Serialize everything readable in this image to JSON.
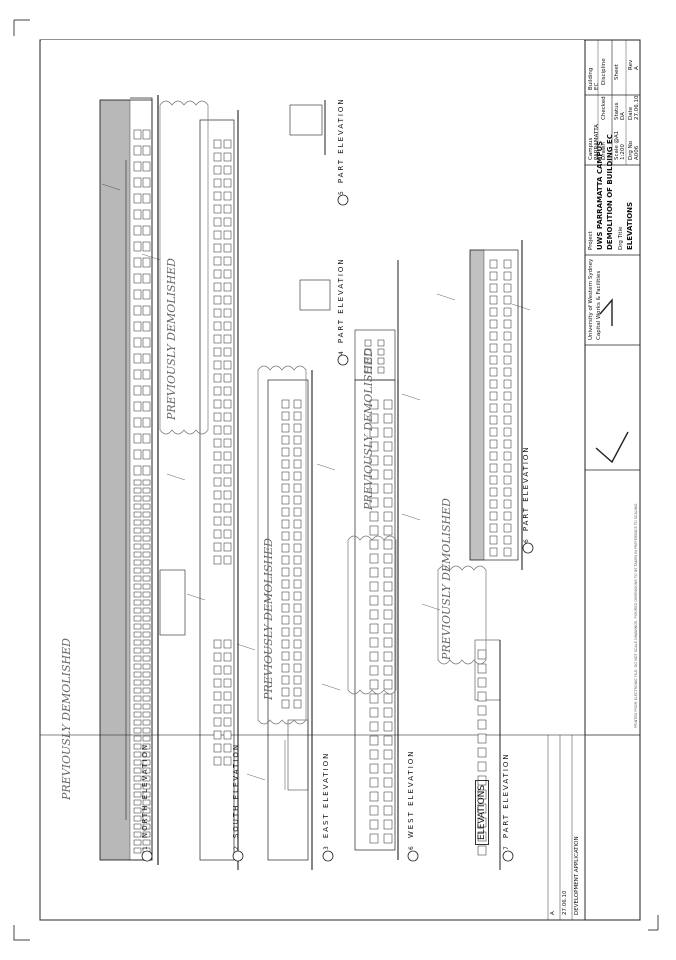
{
  "elevations": [
    {
      "num": "1",
      "label": "NORTH ELEVATION"
    },
    {
      "num": "2",
      "label": "SOUTH ELEVATION"
    },
    {
      "num": "3",
      "label": "EAST ELEVATION"
    },
    {
      "num": "6",
      "label": "WEST ELEVATION"
    },
    {
      "num": "7",
      "label": "PART ELEVATION"
    },
    {
      "num": "4",
      "label": "PART ELEVATION"
    },
    {
      "num": "5",
      "label": "PART ELEVATION"
    },
    {
      "num": "6",
      "label": "PART ELEVATION"
    }
  ],
  "handwritten": [
    "PREVIOUSLY DEMOLISHED",
    "PREVIOUSLY DEMOLISHED",
    "PREVIOUSLY DEMOLISHED",
    "PREVIOUSLY DEMOLISHED",
    "PREVIOUSLY DEMOLISHED"
  ],
  "stamp": "ELEVATIONS",
  "title_block": {
    "university": "University of Western Sydney",
    "department": "Capital Works & Facilities",
    "project_label": "Project",
    "project_line1": "UWS PARRAMATTA CAMPUS",
    "project_line2": "DEMOLITION OF BUILDING EC",
    "drawing_label": "Drg Title",
    "drawing_title": "ELEVATIONS",
    "campus_label": "Campus",
    "campus": "PARRAMATTA",
    "building_label": "Building",
    "building": "EC",
    "drawn_label": "Drawn",
    "checked_label": "Checked",
    "discipline_label": "Discipline",
    "scale_label": "Scale @A1",
    "scale": "1:200",
    "status_label": "Status",
    "status": "DA",
    "sheet_label": "Sheet",
    "date_label": "Date",
    "date": "27.06.10",
    "dwg_label": "Drg No",
    "dwg": "A006",
    "rev_label": "Rev",
    "rev": "A",
    "issue_rev": "A",
    "issue_date": "27.06.10",
    "issue_desc": "DEVELOPMENT APPLICATION"
  },
  "footer_note": "PRINTED FROM ELECTRONIC FILE: DO NOT SCALE DRAWINGS. FIGURED DIMENSIONS TO BE TAKEN IN PREFERENCE TO SCALING."
}
